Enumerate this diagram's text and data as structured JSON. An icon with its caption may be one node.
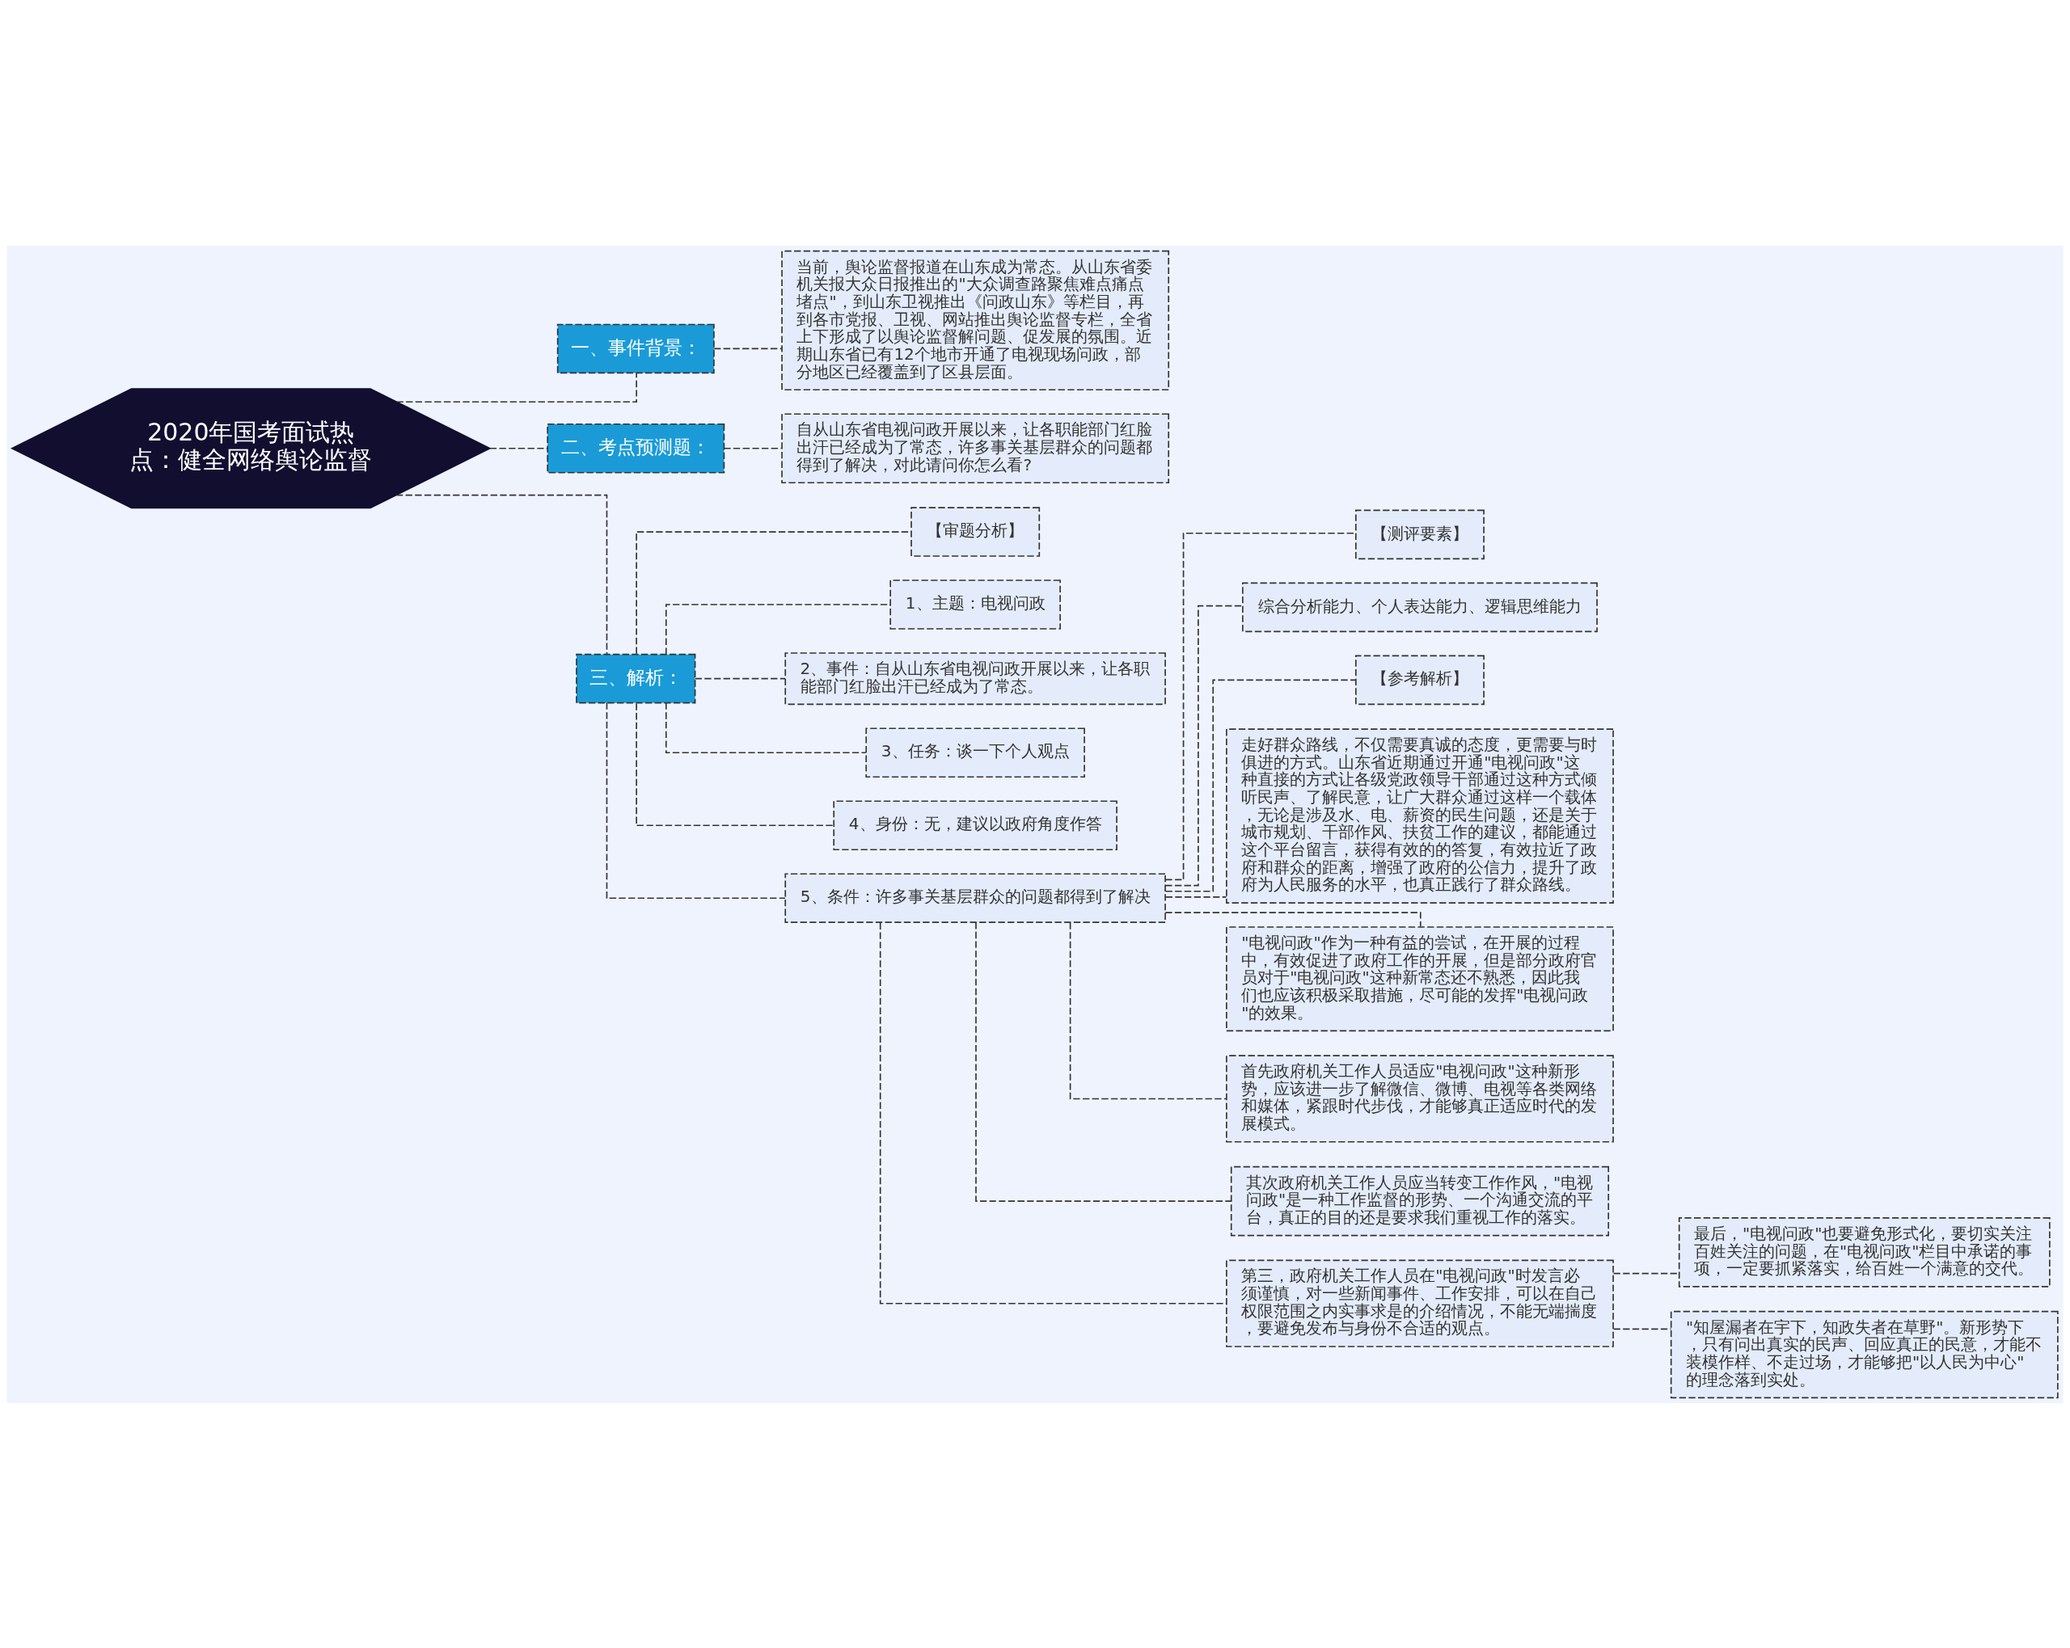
{
  "diagram": {
    "nodes": [
      {
        "text": [
          "2020年国考面试热点：健全网络舆论监督"
        ]
      },
      {
        "text": [
          "一、事件背景："
        ]
      },
      {
        "text": [
          "当前，舆论监督报道在山东成为常态。从山东省委机关报大众日报推出的\"大众调查路聚焦难点痛点堵点\"，到山东卫视推出《问政山东》等栏目，再到各市党报、卫视、网站推出舆论监督专栏，全省上下形成了以舆论监督解问题、促发展的氛围。近期山东省已有12个地市开通了电视现场问政，部分地区已经覆盖到了区县层面。"
        ]
      },
      {
        "text": [
          "二、考点预测题："
        ]
      },
      {
        "text": [
          "自从山东省电视问政开展以来，让各职能部门红脸出汗已经成为了常态，许多事关基层群众的问题都得到了解决，对此请问你怎么看?"
        ]
      },
      {
        "text": [
          "三、解析："
        ]
      },
      {
        "text": [
          "【审题分析】"
        ]
      },
      {
        "text": [
          "1、主题：电视问政"
        ]
      },
      {
        "text": [
          "2、事件：自从山东省电视问政开展以来，让各职能部门红脸出汗已经成为了常态。"
        ]
      },
      {
        "text": [
          "3、任务：谈一下个人观点"
        ]
      },
      {
        "text": [
          "4、身份：无，建议以政府角度作答"
        ]
      },
      {
        "text": [
          "5、条件：许多事关基层群众的问题都得到了解决"
        ]
      },
      {
        "text": [
          "【测评要素】"
        ]
      },
      {
        "text": [
          "综合分析能力、个人表达能力、逻辑思维能力"
        ]
      },
      {
        "text": [
          "【参考解析】"
        ]
      },
      {
        "text": [
          "走好群众路线，不仅需要真诚的态度，更需要与时俱进的方式。山东省近期通过开通\"电视问政\"这种直接的方式让各级党政领导干部通过这种方式倾听民声、了解民意，让广大群众通过这样一个载体，无论是涉及水、电、薪资的民生问题，还是关于城市规划、干部作风、扶贫工作的建议，都能通过这个平台留言，获得有效的的答复，有效拉近了政府和群众的距离，增强了政府的公信力，提升了政府为人民服务的水平，也真正践行了群众路线。"
        ]
      },
      {
        "text": [
          "\"电视问政\"作为一种有益的尝试，在开展的过程中，有效促进了政府工作的开展，但是部分政府官员对于\"电视问政\"这种新常态还不熟悉，因此我们也应该积极采取措施，尽可能的发挥\"电视问政\"的效果。"
        ]
      },
      {
        "text": [
          "首先政府机关工作人员适应\"电视问政\"这种新形势，应该进一步了解微信、微博、电视等各类网络和媒体，紧跟时代步伐，才能够真正适应时代的发展模式。"
        ]
      },
      {
        "text": [
          "其次政府机关工作人员应当转变工作作风，\"电视问政\"是一种工作监督的形势、一个沟通交流的平台，真正的目的还是要求我们重视工作的落实。"
        ]
      },
      {
        "text": [
          "第三，政府机关工作人员在\"电视问政\"时发言必须谨慎，对一些新闻事件、工作安排，可以在自己权限范围之内实事求是的介绍情况，不能无端揣度，要避免发布与身份不合适的观点。"
        ]
      },
      {
        "text": [
          "最后，\"电视问政\"也要避免形式化，要切实关注百姓关注的问题，在\"电视问政\"栏目中承诺的事项，一定要抓紧落实，给百姓一个满意的交代。"
        ]
      },
      {
        "text": [
          "\"知屋漏者在宇下，知政失者在草野\"。新形势下，只有问出真实的民声、回应真正的民意，才能不装模作样、不走过场，才能够把\"以人民为中心\"的理念落到实处。"
        ]
      }
    ],
    "edges": [
      {
        "from": 0,
        "to": 1,
        "arrow": "none"
      },
      {
        "from": 1,
        "to": 2,
        "arrow": "none"
      },
      {
        "from": 0,
        "to": 3,
        "arrow": "none"
      },
      {
        "from": 3,
        "to": 4,
        "arrow": "none"
      },
      {
        "from": 0,
        "to": 5,
        "arrow": "none"
      },
      {
        "from": 5,
        "to": 6,
        "arrow": "none"
      },
      {
        "from": 5,
        "to": 7,
        "arrow": "none"
      },
      {
        "from": 5,
        "to": 8,
        "arrow": "none"
      },
      {
        "from": 5,
        "to": 9,
        "arrow": "none"
      },
      {
        "from": 5,
        "to": 10,
        "arrow": "none"
      },
      {
        "from": 5,
        "to": 11,
        "arrow": "none"
      },
      {
        "from": 11,
        "to": 12,
        "arrow": "none"
      },
      {
        "from": 11,
        "to": 13,
        "arrow": "none"
      },
      {
        "from": 11,
        "to": 14,
        "arrow": "none"
      },
      {
        "from": 11,
        "to": 15,
        "arrow": "none"
      },
      {
        "from": 11,
        "to": 16,
        "arrow": "none"
      },
      {
        "from": 11,
        "to": 17,
        "arrow": "none"
      },
      {
        "from": 11,
        "to": 18,
        "arrow": "none"
      },
      {
        "from": 11,
        "to": 19,
        "arrow": "none"
      },
      {
        "from": 19,
        "to": 20,
        "arrow": "none"
      },
      {
        "from": 19,
        "to": 21,
        "arrow": "none"
      }
    ]
  }
}
